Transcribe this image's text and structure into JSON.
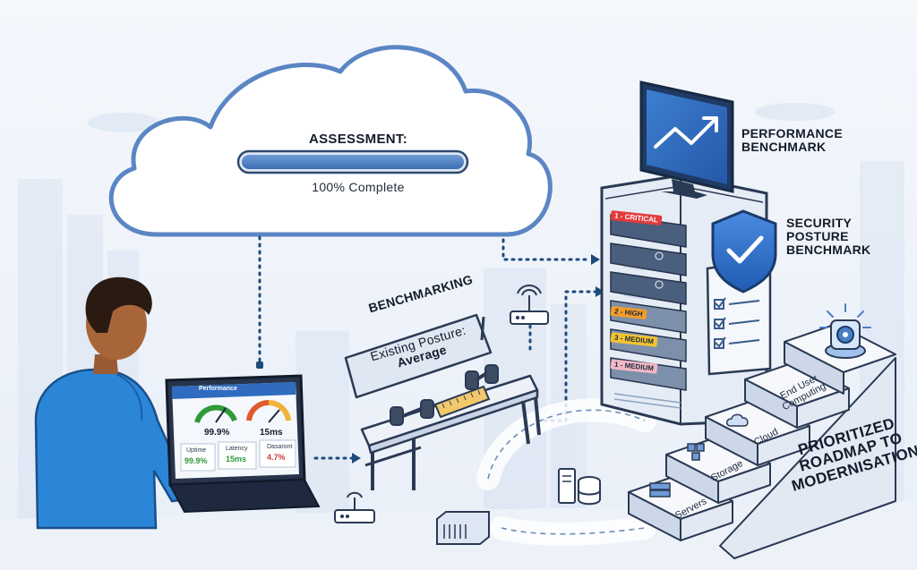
{
  "assessment": {
    "title": "ASSESSMENT:",
    "status": "100% Complete",
    "progress": 1.0
  },
  "performance_benchmark": {
    "label": "PERFORMANCE\nBENCHMARK"
  },
  "security_benchmark": {
    "label": "SECURITY\nPOSTURE\nBENCHMARK"
  },
  "roadmap": {
    "label": "PRIORITIZED\nROADMAP TO\nMODERNISATION"
  },
  "benchmarking": {
    "title": "BENCHMARKING",
    "posture_prefix": "Existing Posture:",
    "posture_value": "Average"
  },
  "server_tags": [
    {
      "text": "1 - CRITICAL",
      "color": "#e23b3b"
    },
    {
      "text": "2 - HIGH",
      "color": "#f39c2a"
    },
    {
      "text": "3 - MEDIUM",
      "color": "#f4c430"
    },
    {
      "text": "1 - MEDIUM",
      "color": "#f3b7c4"
    }
  ],
  "stairs": [
    {
      "label": "Servers"
    },
    {
      "label": "Storage"
    },
    {
      "label": "Cloud"
    },
    {
      "label": "End User\nComputing"
    }
  ],
  "laptop": {
    "title": "Performance",
    "gauge_left": "99.9%",
    "gauge_right": "15ms",
    "metrics": [
      {
        "label": "Uptime",
        "value": "99.9%",
        "color": "#2e9a3a"
      },
      {
        "label": "Latency",
        "value": "15ms",
        "color": "#2e9a3a"
      },
      {
        "label": "Dasaront",
        "value": "4.7%",
        "color": "#d23c3c"
      }
    ]
  },
  "colors": {
    "accent": "#3b6fb6",
    "cloud_stroke": "#5b86c4",
    "dotted_line": "#1e4a7a"
  },
  "icons": [
    "cloud-icon",
    "monitor-icon",
    "trend-up-icon",
    "shield-check-icon",
    "checklist-icon",
    "gear-icon",
    "wifi-router-icon",
    "dumbbell-icon",
    "ruler-icon",
    "database-icon",
    "server-icon",
    "person-icon",
    "laptop-icon"
  ]
}
